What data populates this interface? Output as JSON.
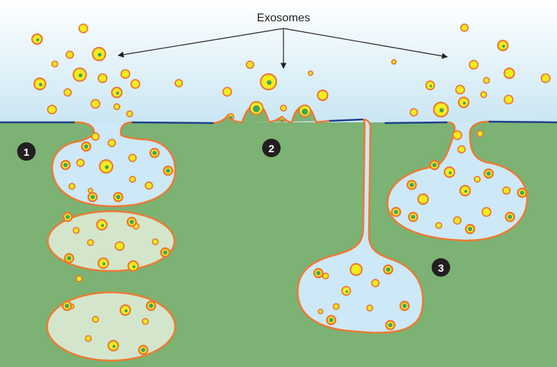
{
  "labels": {
    "exosomes": "Exosomes"
  },
  "markers": [
    "1",
    "2",
    "3"
  ],
  "colors": {
    "sky_top": "#ffffff",
    "sky_bottom": "#c9e6f3",
    "cytoplasm": "#7cb274",
    "membrane_line": "#1f3e8c",
    "vesicle_fill": "#cde8f6",
    "old_vesicle_fill": "#d3e6cc",
    "vesicle_border": "#ec7a32",
    "exosome_fill": "#f7ec1e",
    "exosome_border": "#ec7a32",
    "exosome_core": "#3fa65b",
    "marker_fill": "#231f20",
    "marker_text": "#ffffff",
    "label_text": "#231f20"
  },
  "icons": {
    "arrow": "arrow-icon",
    "exosome": "exosome-icon",
    "marker": "numbered-circle-icon"
  }
}
